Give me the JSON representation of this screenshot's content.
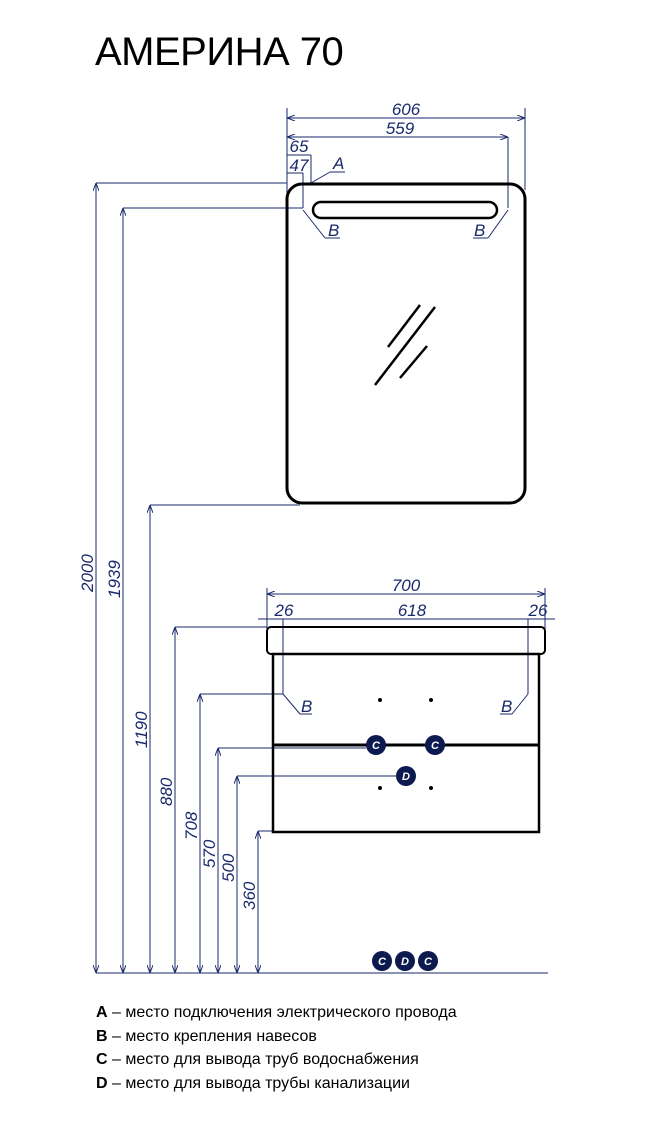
{
  "title": "АМЕРИНА 70",
  "colors": {
    "dimension": "#1a2a6c",
    "outline": "#000000"
  },
  "dimensions": {
    "mirror_width": "606",
    "mounting_span": "559",
    "offset_a": "65",
    "offset_b": "47",
    "cabinet_width": "700",
    "cabinet_span": "618",
    "cabinet_left_offset": "26",
    "cabinet_right_offset": "26",
    "h_2000": "2000",
    "h_1939": "1939",
    "h_1190": "1190",
    "h_880": "880",
    "h_708": "708",
    "h_570": "570",
    "h_500": "500",
    "h_360": "360"
  },
  "markers": {
    "a": "A",
    "b": "B",
    "c": "C",
    "d": "D"
  },
  "legend": [
    {
      "key": "A",
      "text": " – место подключения электрического провода"
    },
    {
      "key": "B",
      "text": " – место крепления навесов"
    },
    {
      "key": "C",
      "text": " – место для вывода труб водоснабжения"
    },
    {
      "key": "D",
      "text": " – место для вывода трубы канализации"
    }
  ]
}
